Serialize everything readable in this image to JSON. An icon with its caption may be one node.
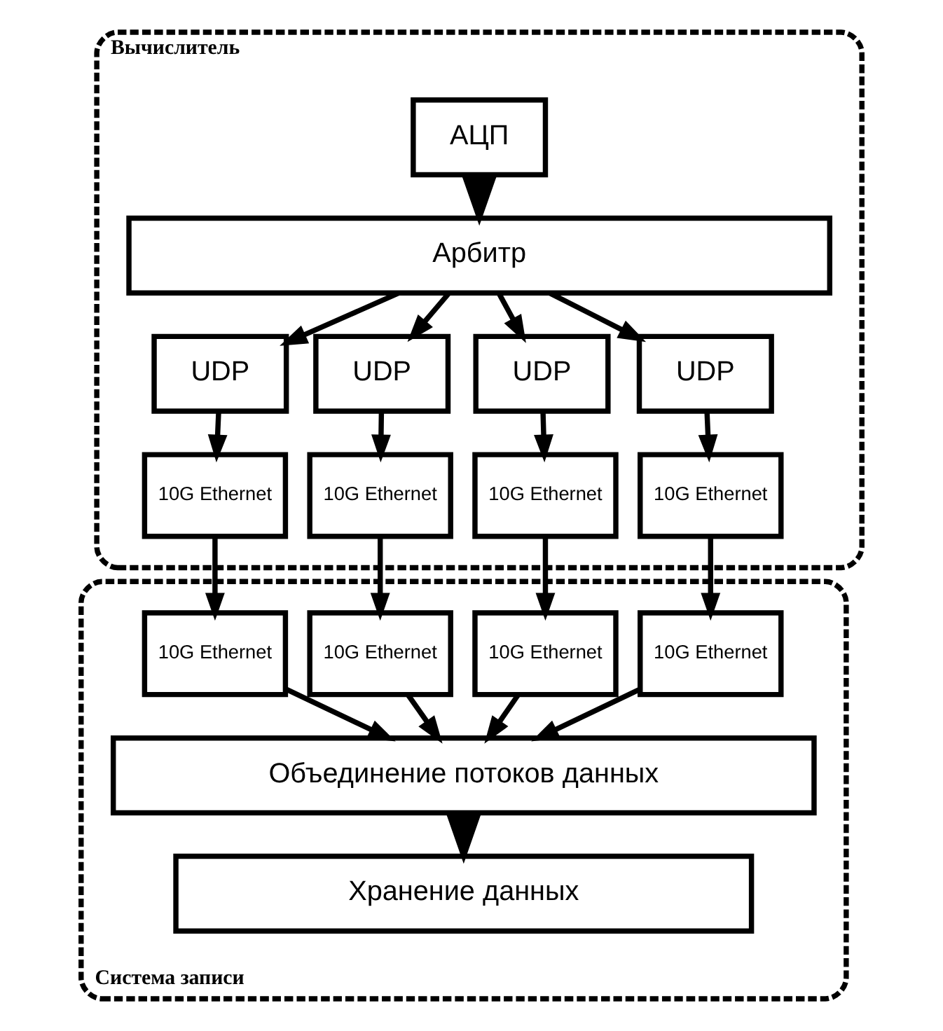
{
  "diagram": {
    "nodes": [
      {
        "text": [
          "Вычислитель"
        ]
      },
      {
        "text": [
          "АЦП"
        ],
        "in": 0
      },
      {
        "text": [
          "Арбитр"
        ],
        "in": 0
      },
      {
        "text": [
          "UDP"
        ],
        "in": 0
      },
      {
        "text": [
          "UDP"
        ],
        "in": 0
      },
      {
        "text": [
          "UDP"
        ],
        "in": 0
      },
      {
        "text": [
          "UDP"
        ],
        "in": 0
      },
      {
        "text": [
          "10G Ethernet"
        ],
        "in": 0
      },
      {
        "text": [
          "10G Ethernet"
        ],
        "in": 0
      },
      {
        "text": [
          "10G Ethernet"
        ],
        "in": 0
      },
      {
        "text": [
          "10G Ethernet"
        ],
        "in": 0
      },
      {
        "text": [
          "Система записи"
        ]
      },
      {
        "text": [
          "10G Ethernet"
        ],
        "in": 11
      },
      {
        "text": [
          "10G Ethernet"
        ],
        "in": 11
      },
      {
        "text": [
          "10G Ethernet"
        ],
        "in": 11
      },
      {
        "text": [
          "10G Ethernet"
        ],
        "in": 11
      },
      {
        "text": [
          "Объединение потоков данных"
        ],
        "in": 11
      },
      {
        "text": [
          "Хранение данных"
        ],
        "in": 11
      }
    ],
    "edges": [
      {
        "from": 1,
        "to": 2,
        "arrow": "to"
      },
      {
        "from": 2,
        "to": 3,
        "arrow": "to"
      },
      {
        "from": 2,
        "to": 4,
        "arrow": "to"
      },
      {
        "from": 2,
        "to": 5,
        "arrow": "to"
      },
      {
        "from": 2,
        "to": 6,
        "arrow": "to"
      },
      {
        "from": 3,
        "to": 7,
        "arrow": "to"
      },
      {
        "from": 4,
        "to": 8,
        "arrow": "to"
      },
      {
        "from": 5,
        "to": 9,
        "arrow": "to"
      },
      {
        "from": 6,
        "to": 10,
        "arrow": "to"
      },
      {
        "from": 7,
        "to": 12,
        "arrow": "to"
      },
      {
        "from": 8,
        "to": 13,
        "arrow": "to"
      },
      {
        "from": 9,
        "to": 14,
        "arrow": "to"
      },
      {
        "from": 10,
        "to": 15,
        "arrow": "to"
      },
      {
        "from": 12,
        "to": 16,
        "arrow": "to"
      },
      {
        "from": 13,
        "to": 16,
        "arrow": "to"
      },
      {
        "from": 14,
        "to": 16,
        "arrow": "to"
      },
      {
        "from": 15,
        "to": 16,
        "arrow": "to"
      },
      {
        "from": 16,
        "to": 17,
        "arrow": "to"
      }
    ]
  }
}
